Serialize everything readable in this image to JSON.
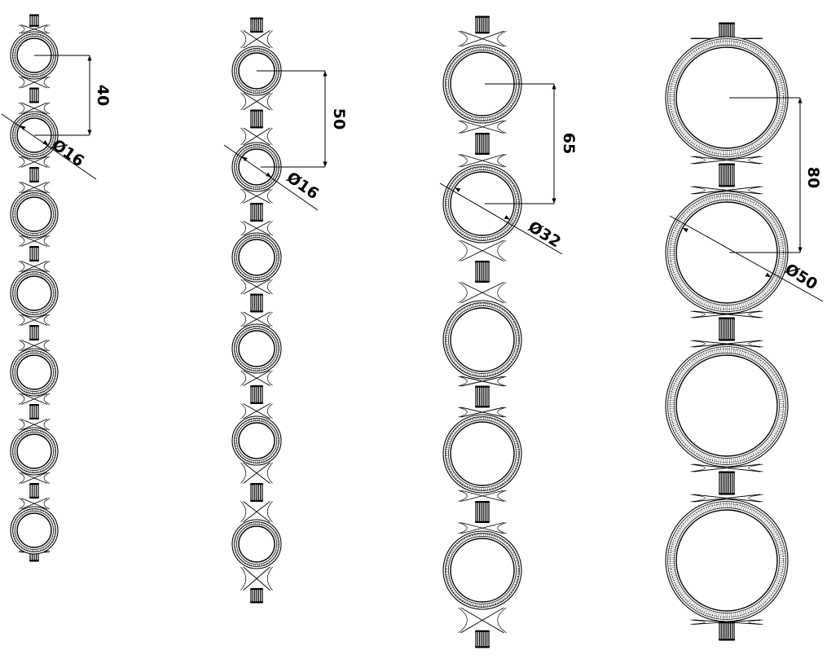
{
  "strips": [
    {
      "pitch_label": "40",
      "diameter_label": "Ø16"
    },
    {
      "pitch_label": "50",
      "diameter_label": "Ø16"
    },
    {
      "pitch_label": "65",
      "diameter_label": "Ø32"
    },
    {
      "pitch_label": "80",
      "diameter_label": "Ø50"
    }
  ],
  "colors": {
    "line": "#000000",
    "background": "#ffffff"
  }
}
